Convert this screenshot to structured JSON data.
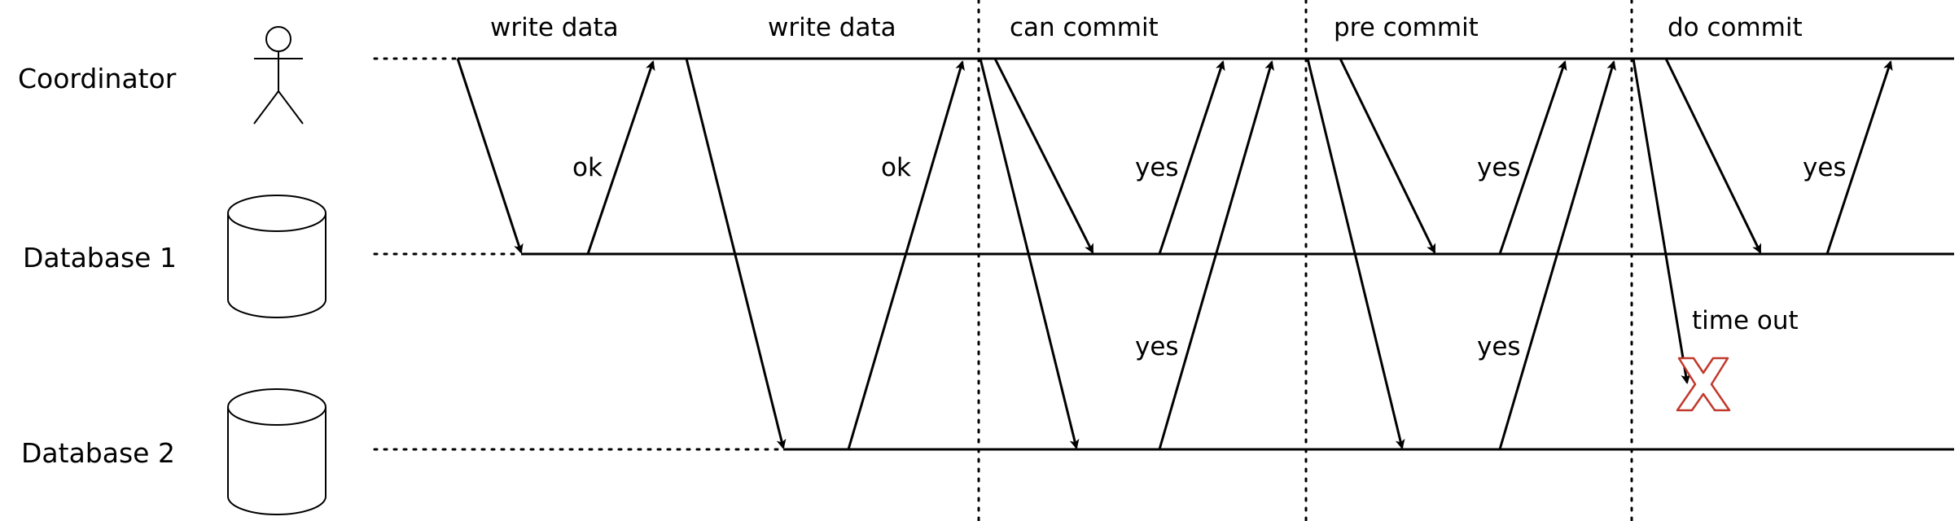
{
  "lanes": {
    "coordinator": "Coordinator",
    "database1": "Database 1",
    "database2": "Database 2"
  },
  "phases": {
    "write1": "write data",
    "write2": "write data",
    "can_commit": "can commit",
    "pre_commit": "pre commit",
    "do_commit": "do commit"
  },
  "messages": {
    "ok1": "ok",
    "ok2": "ok",
    "yes_cc_db1": "yes",
    "yes_cc_db2": "yes",
    "yes_pc_db1": "yes",
    "yes_pc_db2": "yes",
    "yes_dc_db1": "yes",
    "timeout": "time out"
  },
  "colors": {
    "line": "#000000",
    "failure": "#c0392b"
  },
  "icons": {
    "coordinator": "actor-icon",
    "database": "cylinder-icon",
    "failure": "cross-mark-icon"
  }
}
